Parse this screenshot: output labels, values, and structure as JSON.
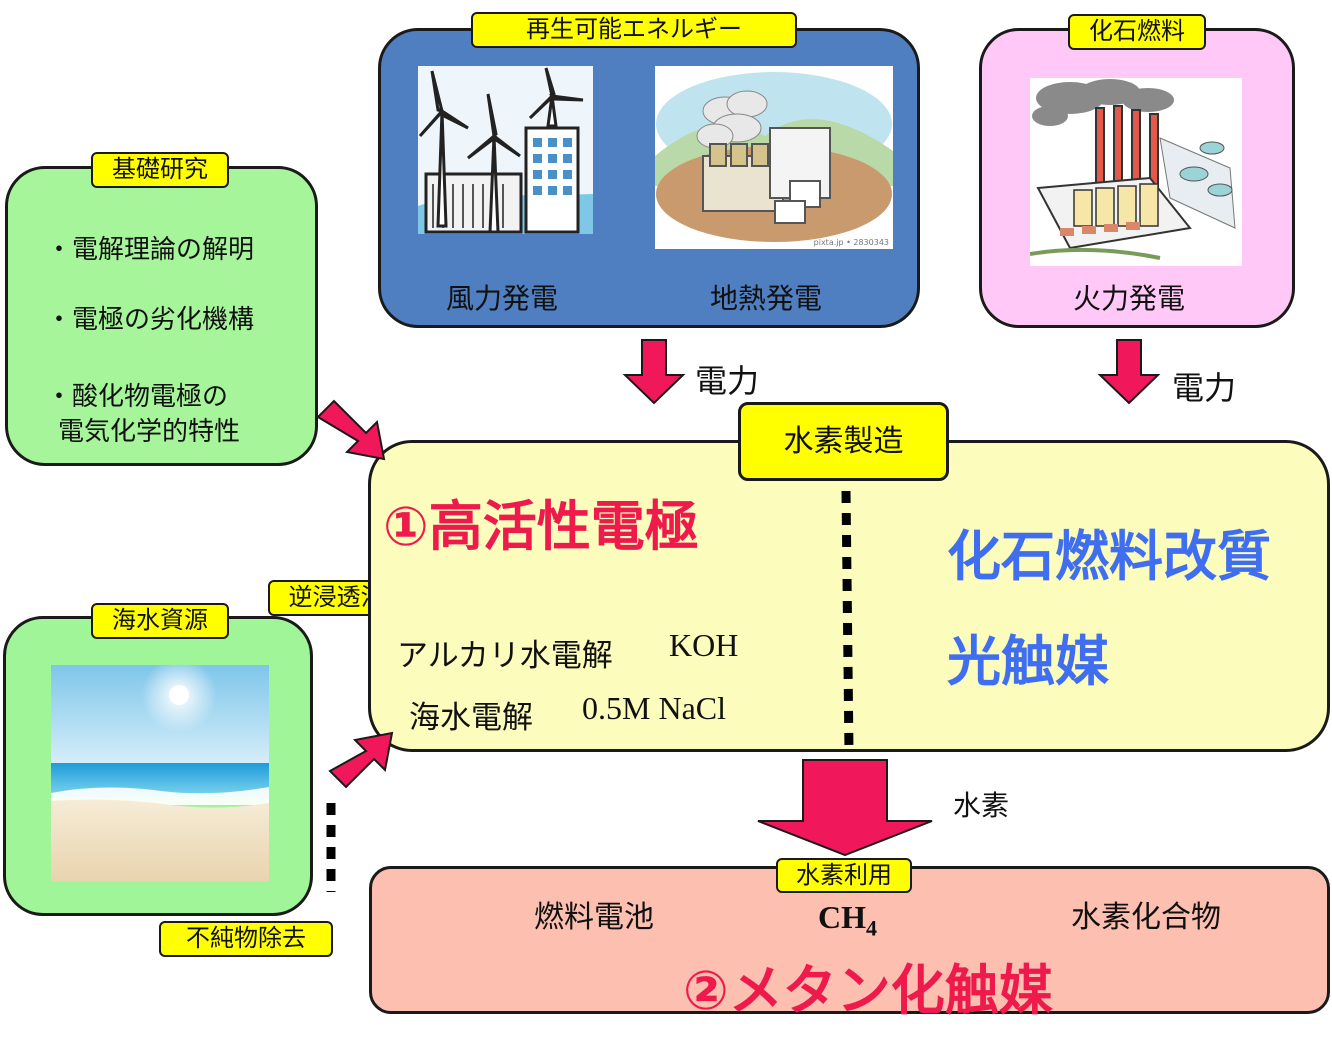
{
  "colors": {
    "renewable_box": "#4f7fc0",
    "fossil_box": "#ffc8f6",
    "research_box": "#a6f59a",
    "seawater_box": "#9ff597",
    "hydrogen_box": "#fcfcbc",
    "utilization_box": "#fcbfb0",
    "tag_yellow": "#ffff00",
    "arrow_red": "#f0185a",
    "red_text": "#ee1a4c",
    "blue_text": "#3f6ef0"
  },
  "renewable": {
    "tag": "再生可能エネルギー",
    "wind_label": "風力発電",
    "geo_label": "地熱発電",
    "wind_image": "wind-turbines-illustration",
    "geo_image": "geothermal-plant-illustration",
    "geo_credit": "pixta.jp • 2830343"
  },
  "fossil": {
    "tag": "化石燃料",
    "label": "火力発電",
    "image": "thermal-power-plant-illustration"
  },
  "research": {
    "tag": "基礎研究",
    "items": [
      "・電解理論の解明",
      "・電極の劣化機構",
      "・酸化物電極の",
      "電気化学的特性"
    ]
  },
  "seawater": {
    "tag": "海水資源",
    "image": "beach-ocean-photo",
    "tag_ro": "逆浸透法",
    "tag_impurity": "不純物除去"
  },
  "flow": {
    "power_left": "電力",
    "power_right": "電力",
    "hydrogen": "水素"
  },
  "production": {
    "tag": "水素製造",
    "electrode": "①高活性電極",
    "alkaline": "アルカリ水電解",
    "alkaline_chem": "KOH",
    "seawater": "海水電解",
    "seawater_chem": "0.5M NaCl",
    "fossil_reform": "化石燃料改質",
    "photocatalyst": "光触媒"
  },
  "utilization": {
    "tag": "水素利用",
    "fuel_cell": "燃料電池",
    "ch4_main": "CH",
    "ch4_sub": "4",
    "compound": "水素化合物",
    "methanation": "②メタン化触媒"
  }
}
